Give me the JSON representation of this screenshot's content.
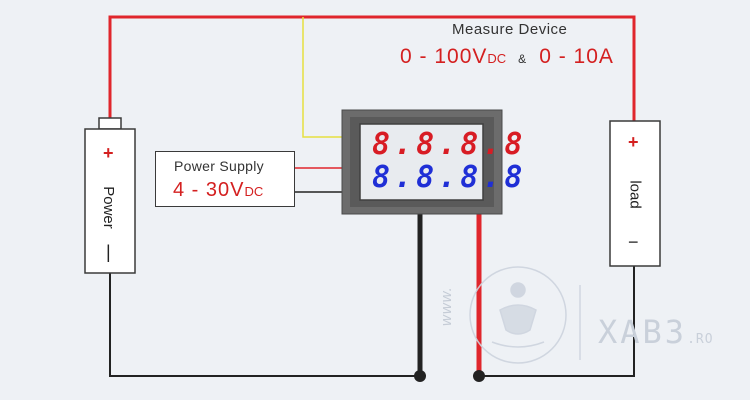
{
  "measure_device": {
    "title": "Measure Device",
    "voltage_range": "0 - 100V",
    "voltage_unit": "DC",
    "ampersand": "&",
    "current_range": "0 - 10A"
  },
  "power_supply": {
    "title": "Power Supply",
    "range": "4 - 30V",
    "unit": "DC"
  },
  "power_battery": {
    "label": "Power",
    "plus": "+",
    "minus": "|"
  },
  "load": {
    "label": "load",
    "plus": "+",
    "minus": "−"
  },
  "display": {
    "top_row": "8.8.8.8",
    "bottom_row": "8.8.8.8",
    "top_color": "#d81c24",
    "bottom_color": "#1f2fd6"
  },
  "watermark": {
    "url_prefix": "www.",
    "brand": "XAB3",
    "brand_suffix": ".RO"
  },
  "colors": {
    "positive_wire": "#e0262c",
    "negative_wire": "#222222",
    "signal_wire": "#e6e040",
    "background": "#eef1f5"
  }
}
